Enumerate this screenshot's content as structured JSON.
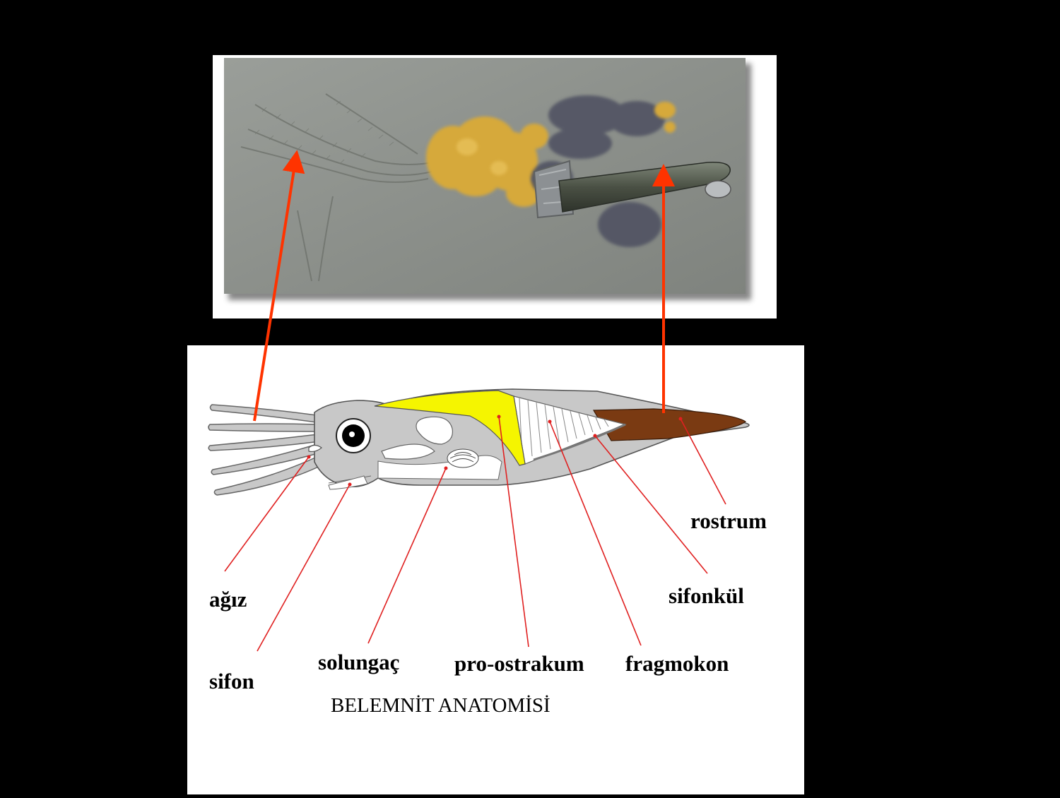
{
  "diagram": {
    "title": "BELEMNİT ANATOMİSİ",
    "labels": {
      "agiz": "ağız",
      "sifon": "sifon",
      "solungac": "solungaç",
      "pro_ostrakum": "pro-ostrakum",
      "fragmokon": "fragmokon",
      "sifonkul": "sifonkül",
      "rostrum": "rostrum"
    }
  },
  "colors": {
    "background": "#000000",
    "panel": "#ffffff",
    "body_fill": "#c8c8c8",
    "pro_ostrakum_fill": "#f5f500",
    "rostrum_fill": "#7a3a12",
    "pointer_arrow": "#ff3300",
    "leader_line": "#e02020",
    "fossil_slab": "#8d918c",
    "fossil_ink": "#d9ac3a"
  }
}
